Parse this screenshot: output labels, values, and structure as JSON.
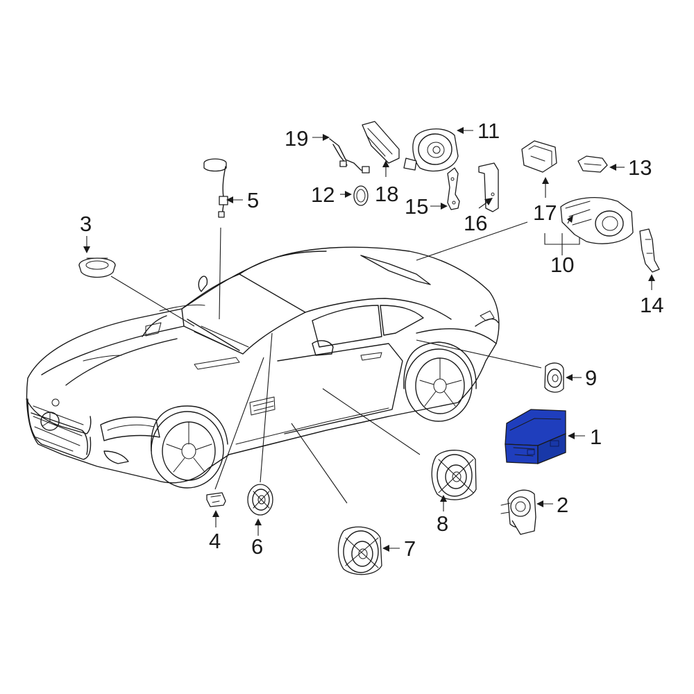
{
  "diagram": {
    "highlight_color": "#1f3ebd",
    "callouts": [
      {
        "id": "1",
        "label": "1"
      },
      {
        "id": "2",
        "label": "2"
      },
      {
        "id": "3",
        "label": "3"
      },
      {
        "id": "4",
        "label": "4"
      },
      {
        "id": "5",
        "label": "5"
      },
      {
        "id": "6",
        "label": "6"
      },
      {
        "id": "7",
        "label": "7"
      },
      {
        "id": "8",
        "label": "8"
      },
      {
        "id": "9",
        "label": "9"
      },
      {
        "id": "10",
        "label": "10"
      },
      {
        "id": "11",
        "label": "11"
      },
      {
        "id": "12",
        "label": "12"
      },
      {
        "id": "13",
        "label": "13"
      },
      {
        "id": "14",
        "label": "14"
      },
      {
        "id": "15",
        "label": "15"
      },
      {
        "id": "16",
        "label": "16"
      },
      {
        "id": "17",
        "label": "17"
      },
      {
        "id": "18",
        "label": "18"
      },
      {
        "id": "19",
        "label": "19"
      }
    ]
  }
}
